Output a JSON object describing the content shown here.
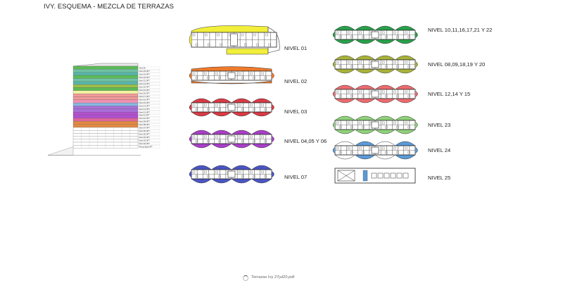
{
  "document": {
    "title": "IVY. ESQUEMA - MEZCLA DE TERRAZAS",
    "file_name": "Terrazas Ivy 27jul20.pdf"
  },
  "elevation": {
    "band_colors": [
      "#5dbb55",
      "#6fc4a4",
      "#57b5a9",
      "#9fbf4a",
      "#f3f1a2",
      "#f29a9a",
      "#f08fb1",
      "#86b8e3",
      "#a86fd8",
      "#b24fd0",
      "#e0649a",
      "#e28a43"
    ],
    "labels": [
      "Nivel 26",
      "Nivel 25 NPT",
      "Nivel 24 NPT",
      "Nivel 23 NPT",
      "Nivel 22 NPT",
      "Nivel 21 NPT",
      "Nivel 20 NPT",
      "Nivel 19 NPT",
      "Nivel 18 NPT",
      "Nivel 17 NPT",
      "Nivel 16 NPT",
      "Nivel 15 NPT",
      "Nivel 14 NPT",
      "Nivel 13 NPT",
      "Nivel 12 NPT",
      "Nivel 11 NPT",
      "Nivel 10 NPT",
      "Nivel 09 NPT",
      "Nivel 08 NPT",
      "Nivel 07 NPT",
      "Nivel 06 NPT",
      "Nivel 05 NPT",
      "Nivel 04 NPT",
      "Nivel 03 NPT",
      "Nivel 02 NPT",
      "Planta Baja NPT"
    ]
  },
  "plans": [
    {
      "label": "NIVEL 01",
      "color": "#f2ef3a"
    },
    {
      "label": "NIVEL 02",
      "color": "#ee7a2c"
    },
    {
      "label": "NIVEL 03",
      "color": "#d93a44"
    },
    {
      "label": "NIVEL 04,05 Y 06",
      "color": "#a93fc8"
    },
    {
      "label": "NIVEL 07",
      "color": "#4a55c4"
    },
    {
      "label": "NIVEL 10,11,16,17,21 Y 22",
      "color": "#2aa04c"
    },
    {
      "label": "NIVEL 08,09,18,19 Y 20",
      "color": "#a8b23a"
    },
    {
      "label": "NIVEL 12,14 Y 15",
      "color": "#ec6b6f"
    },
    {
      "label": "NIVEL 23",
      "color": "#8fd27a"
    },
    {
      "label": "NIVEL 24",
      "color": "#5b9ad8"
    },
    {
      "label": "NIVEL 25",
      "color": "#333333"
    }
  ]
}
